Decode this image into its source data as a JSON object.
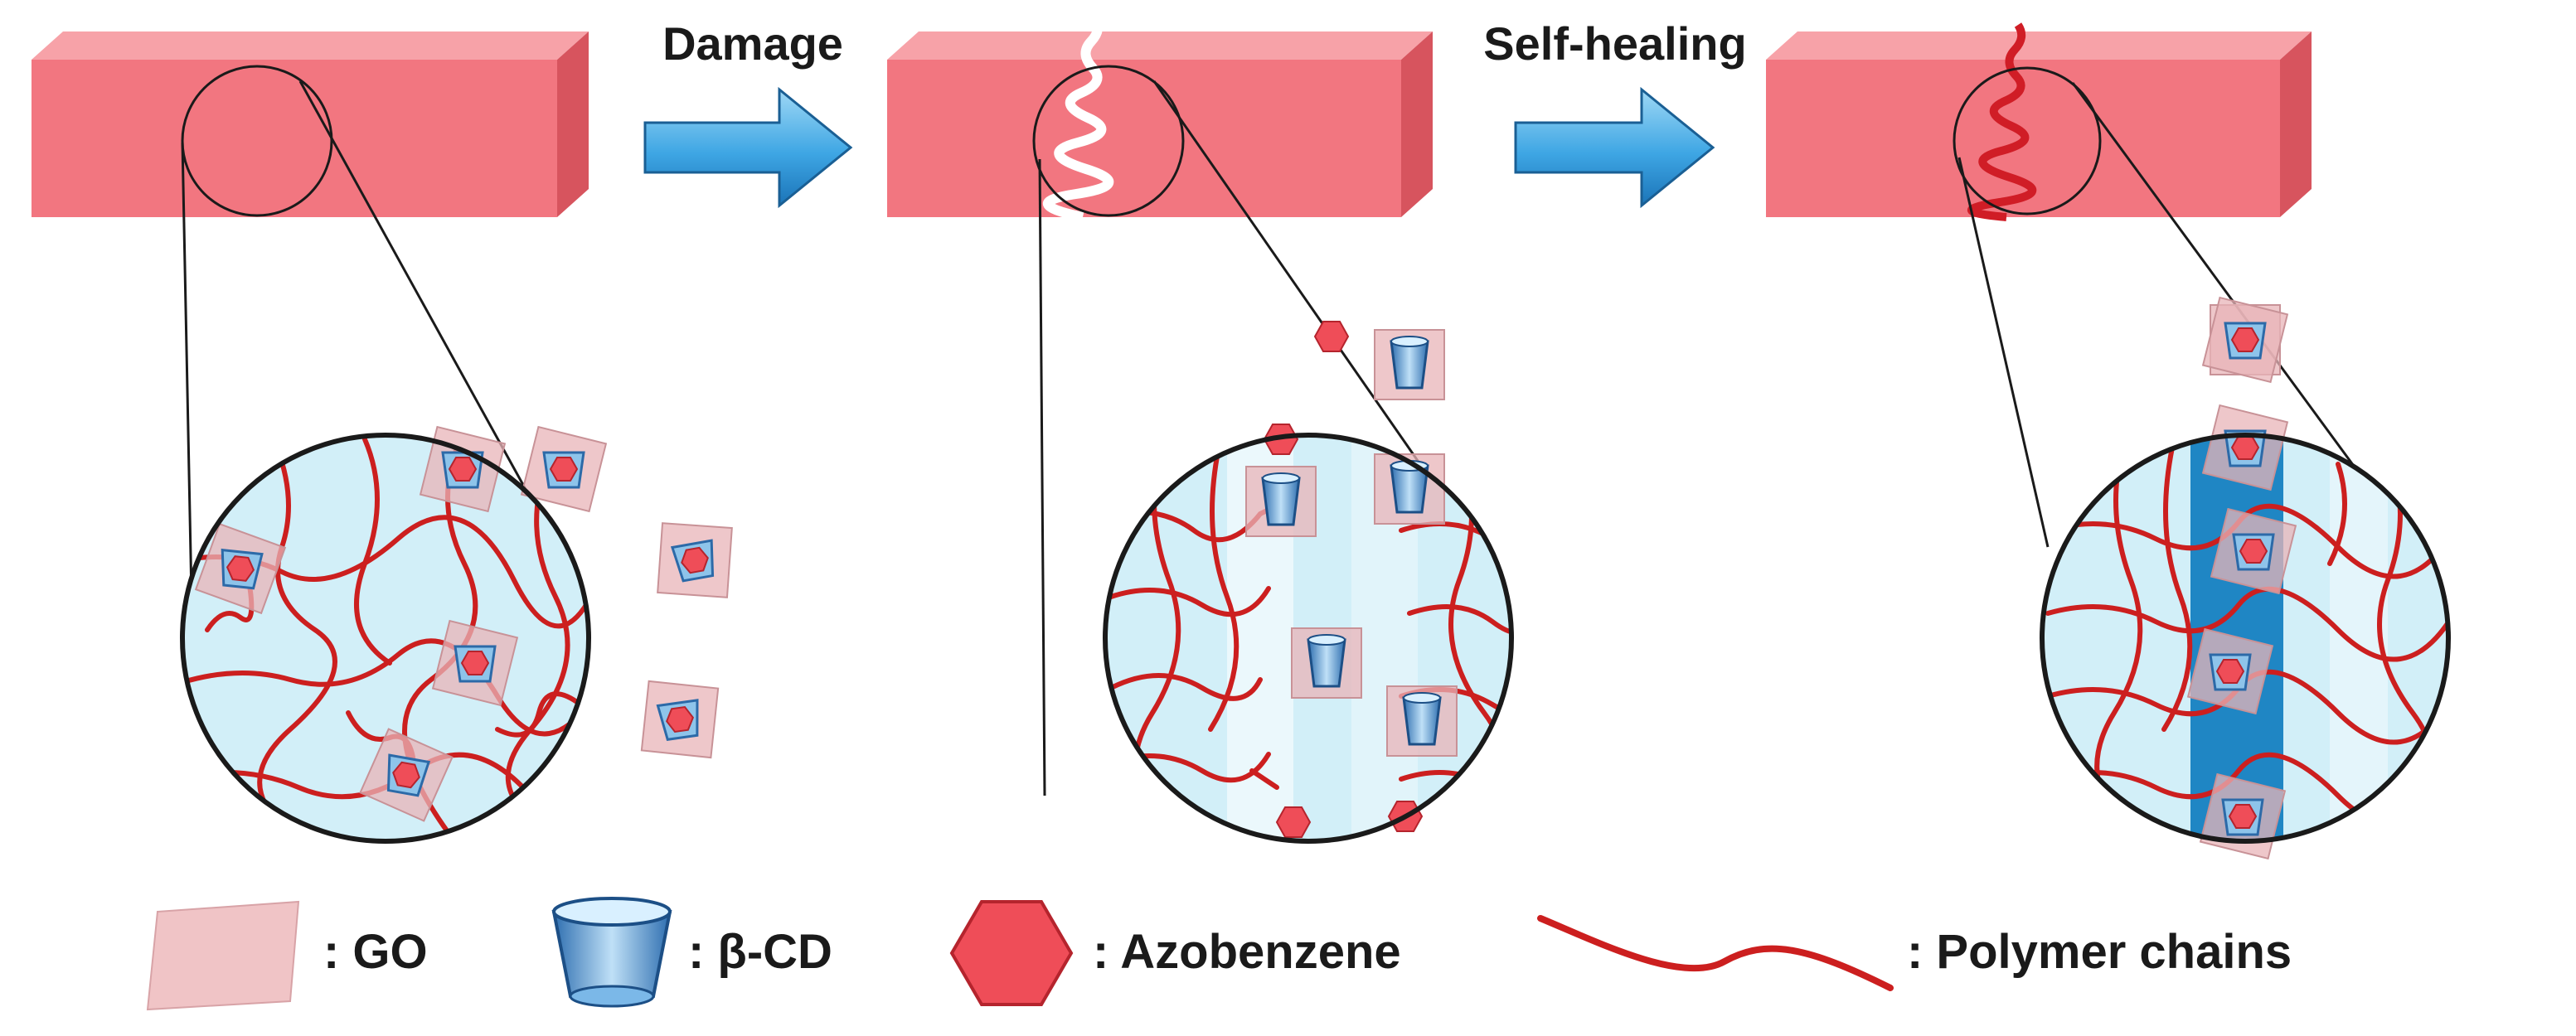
{
  "steps": {
    "damage_label": "Damage",
    "self_healing_label": "Self-healing"
  },
  "legend": {
    "go": ": GO",
    "cd": ": β-CD",
    "azo": ": Azobenzene",
    "chains": ": Polymer chains"
  },
  "colors": {
    "block": "#f27680",
    "circle_bg": "#d2eff8",
    "chain": "#cc1f1f",
    "go": "#e8b4b8",
    "azo": "#ef4d58",
    "cd": "#6fa8d8",
    "healed_band": "#1f86c4",
    "arrow": "#3aa3e2"
  },
  "icons": [
    "damage-arrow-icon",
    "self-healing-arrow-icon",
    "go-sheet-icon",
    "beta-cd-icon",
    "azobenzene-icon",
    "polymer-chain-icon"
  ]
}
